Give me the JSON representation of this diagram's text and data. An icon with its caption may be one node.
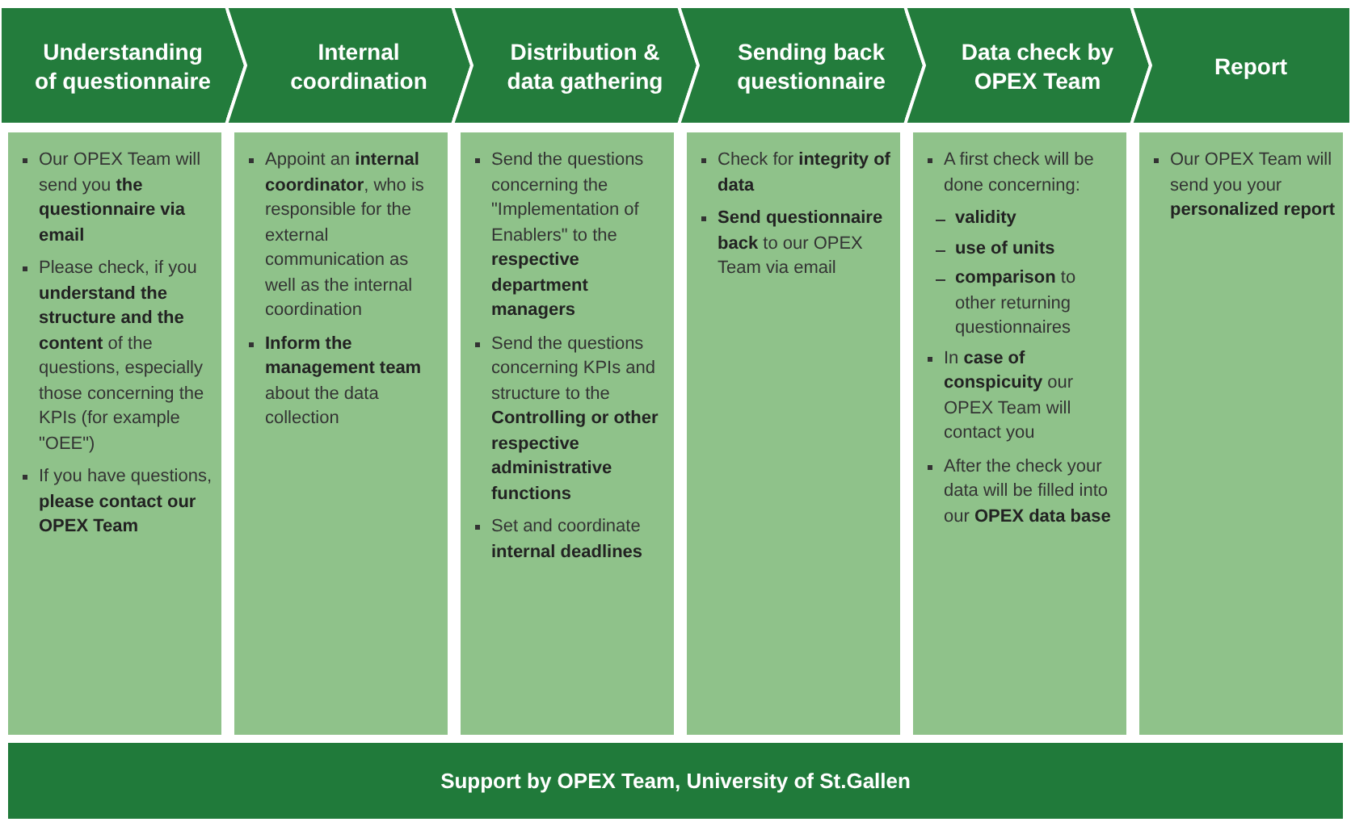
{
  "diagram": {
    "nodes": [
      {
        "text": [
          "Understanding of questionnaire"
        ]
      },
      {
        "text": [
          "Internal coordination"
        ]
      },
      {
        "text": [
          "Distribution & data gathering"
        ]
      },
      {
        "text": [
          "Sending back questionnaire"
        ]
      },
      {
        "text": [
          "Data check by OPEX Team"
        ]
      },
      {
        "text": [
          "Report"
        ]
      },
      {
        "text": [
          "Our OPEX Team will send you **the questionnaire via email**",
          "Please check, if you **understand the structure and the content** of the questions, especially those concerning the KPIs (for example \"OEE\")",
          "If you have questions, **please contact our OPEX Team**"
        ]
      },
      {
        "text": [
          "Appoint an **internal coordinator**, who is responsible for the external communication as well as the internal coordination",
          "**Inform the management team** about the data collection"
        ]
      },
      {
        "text": [
          "Send the questions concerning the \"Implementation of Enablers\" to the **respective department managers**",
          "Send the questions concerning KPIs and structure to the **Controlling or other respective administrative functions**",
          "Set and coordinate **internal deadlines**"
        ]
      },
      {
        "text": [
          "Check for **integrity of data**",
          "**Send questionnaire back** to our OPEX Team via email"
        ]
      },
      {
        "text": [
          "A first check will be done concerning:",
          "**validity**",
          "**use of units**",
          "**comparison** to other returning questionnaires",
          "In **case of conspicuity** our OPEX Team will contact you",
          "After the check your data will be filled into our **OPEX data base**"
        ]
      },
      {
        "text": [
          "Our OPEX Team will send you your **personalized report**"
        ]
      },
      {
        "text": [
          "Support by OPEX Team, University of St.Gallen"
        ]
      }
    ]
  }
}
